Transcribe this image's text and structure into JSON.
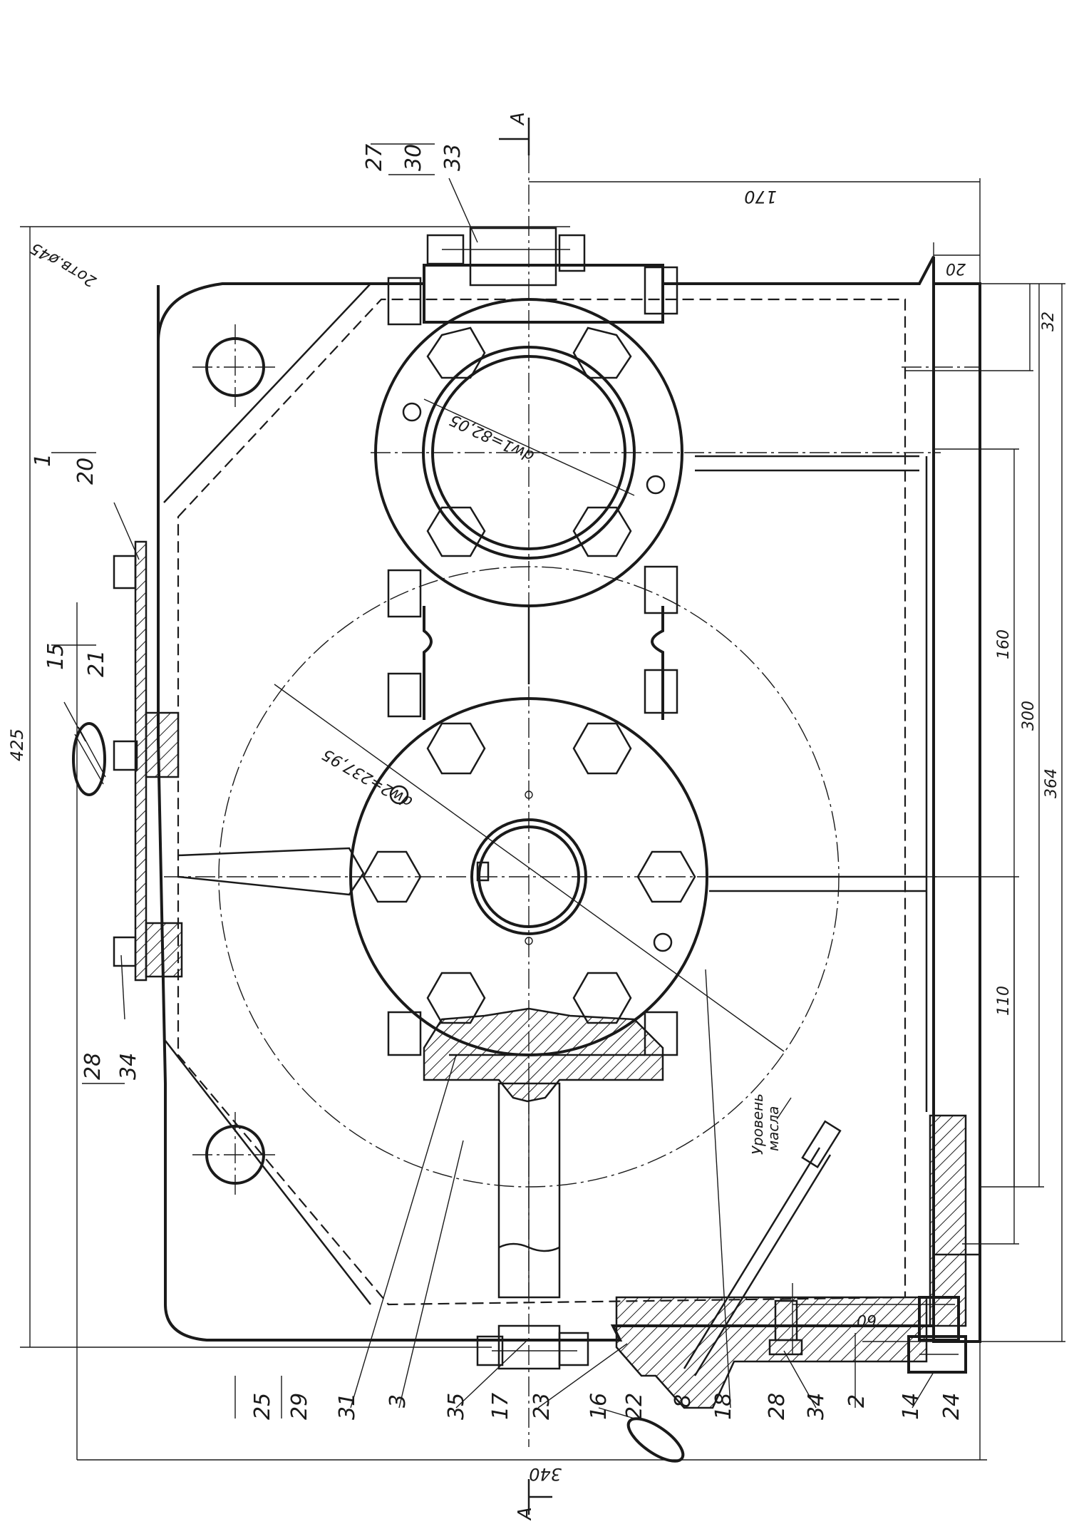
{
  "section_marks": {
    "top": "A",
    "bottom": "A"
  },
  "dimensions": {
    "overall_width": "340",
    "overall_height": "425",
    "top_offset": "170",
    "flange": "20",
    "d32": "32",
    "d160": "160",
    "d300": "300",
    "d364": "364",
    "d110": "110",
    "d60": "60",
    "holes": "2отв.ø45",
    "dw1": "dw1=82,05",
    "dw2": "dw2=237,95"
  },
  "oil_level": {
    "line1": "Уровень",
    "line2": "масла"
  },
  "callouts": {
    "c27": "27",
    "c30": "30",
    "c33": "33",
    "c1": "1",
    "c20": "20",
    "c15": "15",
    "c21": "21",
    "c28a": "28",
    "c34a": "34",
    "c25": "25",
    "c29": "29",
    "c31": "31",
    "c3": "3",
    "c35": "35",
    "c17": "17",
    "c23": "23",
    "c16": "16",
    "c22": "22",
    "c8": "8",
    "c18": "18",
    "c28b": "28",
    "c34b": "34",
    "c2": "2",
    "c14": "14",
    "c24": "24"
  }
}
